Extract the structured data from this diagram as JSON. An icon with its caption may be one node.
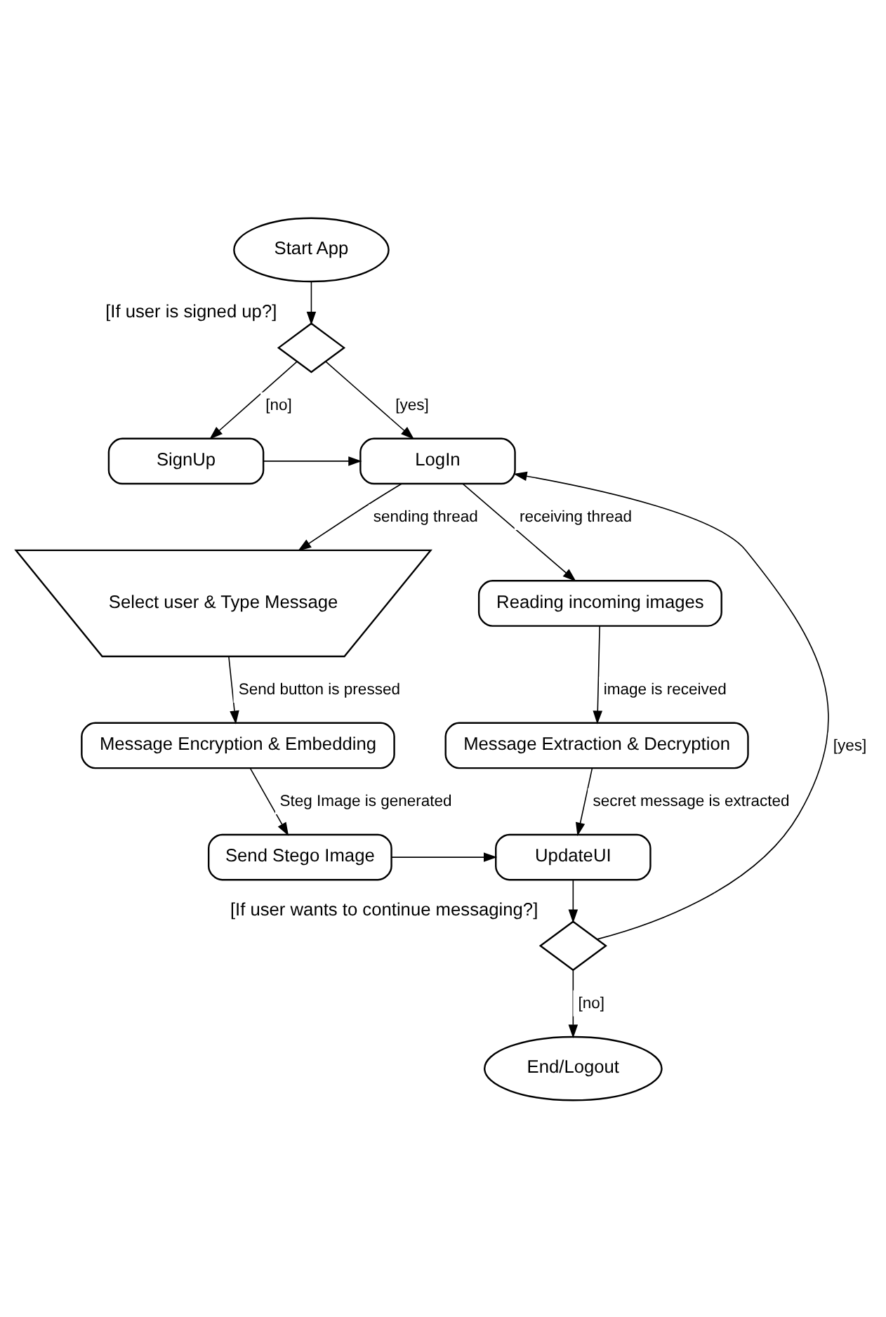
{
  "diagram": {
    "nodes": [
      {
        "text": [
          "Start App"
        ]
      },
      {
        "text": [],
        "shape": "diamond",
        "beside": [
          "[If user is signed up?]"
        ]
      },
      {
        "text": [
          "SignUp"
        ]
      },
      {
        "text": [
          "LogIn"
        ]
      },
      {
        "text": [
          "Select user & Type Message"
        ]
      },
      {
        "text": [
          "Reading incoming images"
        ]
      },
      {
        "text": [
          "Message Encryption & Embedding"
        ]
      },
      {
        "text": [
          "Message Extraction & Decryption"
        ]
      },
      {
        "text": [
          "Send Stego Image"
        ]
      },
      {
        "text": [
          "UpdateUI"
        ]
      },
      {
        "text": [],
        "shape": "diamond",
        "beside": [
          "[If user wants to continue messaging?]"
        ]
      },
      {
        "text": [
          "End/Logout"
        ]
      }
    ],
    "edges": [
      {
        "from": 0,
        "to": 1,
        "arrow": "to"
      },
      {
        "from": 1,
        "to": 2,
        "arrow": "to",
        "label": "[no]"
      },
      {
        "from": 1,
        "to": 3,
        "arrow": "to",
        "label": "[yes]"
      },
      {
        "from": 2,
        "to": 3,
        "arrow": "to"
      },
      {
        "from": 3,
        "to": 4,
        "arrow": "to",
        "label": "sending thread"
      },
      {
        "from": 3,
        "to": 5,
        "arrow": "to",
        "label": "receiving thread"
      },
      {
        "from": 4,
        "to": 6,
        "arrow": "to",
        "label": "Send button is pressed"
      },
      {
        "from": 5,
        "to": 7,
        "arrow": "to",
        "label": "image is received"
      },
      {
        "from": 6,
        "to": 8,
        "arrow": "to",
        "label": "Steg Image is generated"
      },
      {
        "from": 7,
        "to": 9,
        "arrow": "to",
        "label": "secret message is extracted"
      },
      {
        "from": 8,
        "to": 9,
        "arrow": "to"
      },
      {
        "from": 9,
        "to": 10,
        "arrow": "to"
      },
      {
        "from": 10,
        "to": 3,
        "arrow": "to",
        "label": "[yes]"
      },
      {
        "from": 10,
        "to": 11,
        "arrow": "to",
        "label": "[no]"
      }
    ]
  }
}
